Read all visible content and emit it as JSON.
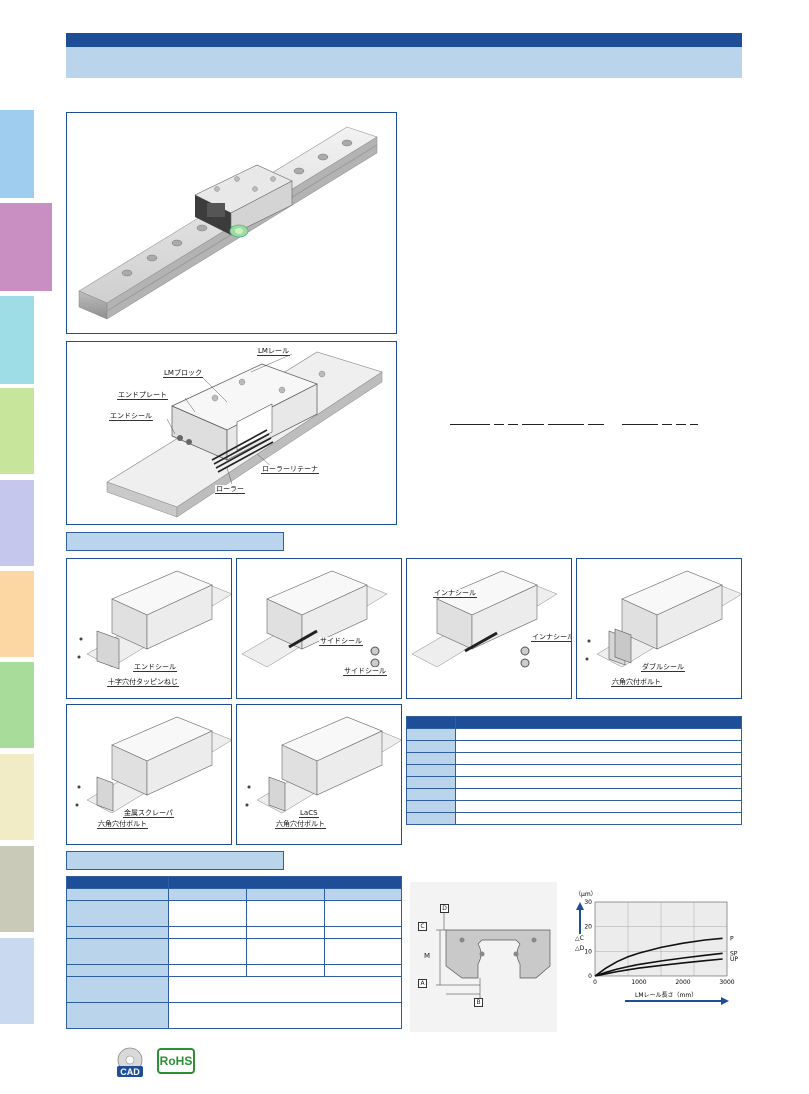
{
  "colors": {
    "header_blue": "#1f4e99",
    "header_band": "#bad4ec",
    "frame_border": "#1f4e99",
    "table_header": "#1f4e99",
    "table_cell_blue": "#bad4ec",
    "tab_colors": [
      "#9fcdf0",
      "#c98fc2",
      "#9fdde6",
      "#c7e69c",
      "#c5c8ec",
      "#fcd6a3",
      "#a7dc9a",
      "#f1ecc6",
      "#cacab9",
      "#c9daf0"
    ],
    "rohs_green": "#2a8f35"
  },
  "figure_overview": {
    "labels": {
      "lm_rail": "LMレール",
      "lm_block": "LMブロック",
      "end_plate": "エンドプレート",
      "end_seal": "エンドシール",
      "roller_retainer": "ローラーリテーナ",
      "roller": "ローラー"
    }
  },
  "seal_options": {
    "end_seal": {
      "label_1": "エンドシール",
      "label_2": "十字穴付タッピンねじ"
    },
    "side_seal": {
      "label_1": "サイドシール",
      "label_2": "サイドシール"
    },
    "inner_seal": {
      "label_1": "インナシール",
      "label_2": "インナシール"
    },
    "double_seal": {
      "label_1": "ダブルシール",
      "label_2": "六角穴付ボルト"
    },
    "metal_scraper": {
      "label_1": "金属スクレーパ",
      "label_2": "六角穴付ボルト"
    },
    "lacs": {
      "label_1": "LaCS",
      "label_2": "六角穴付ボルト"
    }
  },
  "dimension_figure": {
    "labels": {
      "c": "C",
      "d": "D",
      "m": "M",
      "a": "A",
      "b": "B"
    }
  },
  "accuracy_chart": {
    "type": "line",
    "unit_label": "（μm）",
    "y_label_1": "△C",
    "y_label_2": "△D",
    "xlabel": "LMレール長さ（mm）",
    "xlim": [
      0,
      3000
    ],
    "ylim": [
      0,
      30
    ],
    "x_ticks": [
      "0",
      "1000",
      "2000",
      "3000"
    ],
    "y_ticks": [
      "0",
      "10",
      "20",
      "30"
    ],
    "grid": true
  },
  "chart_data": {
    "type": "line",
    "xlabel": "LMレール長さ（mm）",
    "ylabel": "△C △D （μm）",
    "xlim": [
      0,
      3000
    ],
    "ylim": [
      0,
      30
    ],
    "x": [
      0,
      250,
      500,
      750,
      1000,
      1500,
      2000,
      2500,
      2900
    ],
    "series": [
      {
        "name": "P",
        "values": [
          0,
          3.2,
          5.8,
          7.8,
          9.3,
          11.6,
          13.3,
          14.6,
          15.3
        ]
      },
      {
        "name": "SP",
        "values": [
          0,
          1.5,
          2.8,
          3.8,
          4.7,
          6.1,
          7.3,
          8.4,
          9.2
        ]
      },
      {
        "name": "UP",
        "values": [
          0,
          0.9,
          1.8,
          2.5,
          3.2,
          4.3,
          5.3,
          6.2,
          6.9
        ]
      }
    ]
  },
  "logos": {
    "cad": "CAD",
    "rohs": "RoHS"
  }
}
